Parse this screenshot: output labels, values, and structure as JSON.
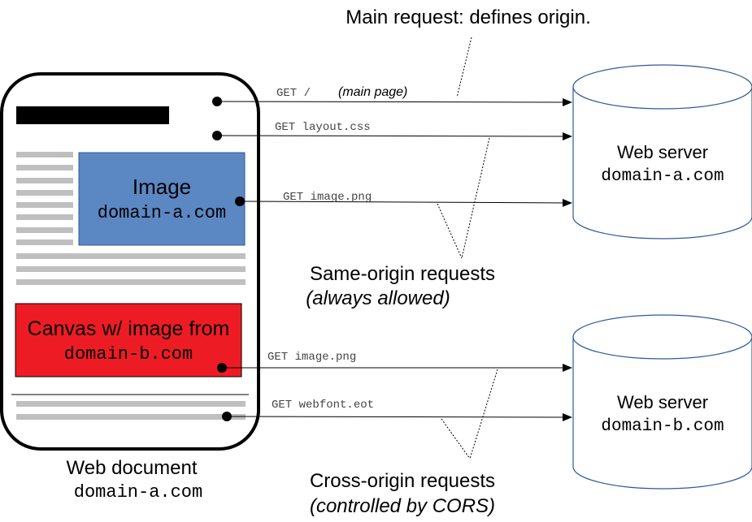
{
  "header_note": "Main request: defines origin.",
  "document": {
    "caption_title": "Web document",
    "caption_domain": "domain-a.com",
    "image_box": {
      "title": "Image",
      "domain": "domain-a.com",
      "fill": "#5b87c2"
    },
    "canvas_box": {
      "title": "Canvas w/ image from",
      "domain": "domain-b.com",
      "fill": "#ed1c24"
    }
  },
  "servers": [
    {
      "title": "Web server",
      "domain": "domain-a.com"
    },
    {
      "title": "Web server",
      "domain": "domain-b.com"
    }
  ],
  "requests": [
    {
      "method": "GET",
      "path": "/",
      "note": "(main page)"
    },
    {
      "method": "GET",
      "path": "layout.css"
    },
    {
      "method": "GET",
      "path": "image.png"
    },
    {
      "method": "GET",
      "path": "image.png"
    },
    {
      "method": "GET",
      "path": "webfont.eot"
    }
  ],
  "groups": {
    "same_origin": {
      "title": "Same-origin requests",
      "subtitle": "(always allowed)"
    },
    "cross_origin": {
      "title": "Cross-origin requests",
      "subtitle": "(controlled by CORS)"
    }
  },
  "colors": {
    "text_line": "#bfbfbf",
    "server_stroke": "#2e5b9a",
    "title_bar": "#000000"
  }
}
